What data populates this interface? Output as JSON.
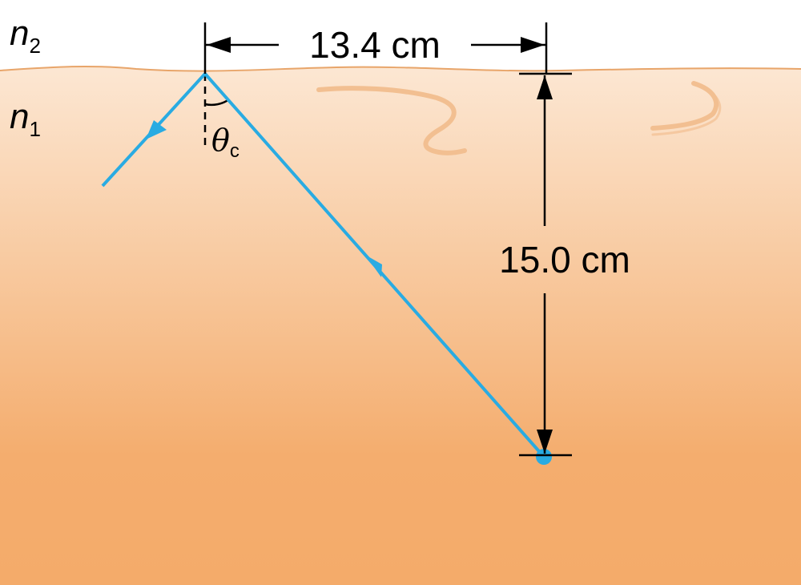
{
  "labels": {
    "n2": {
      "base": "n",
      "sub": "2"
    },
    "n1": {
      "base": "n",
      "sub": "1"
    },
    "theta": {
      "base": "θ",
      "sub": "c"
    },
    "horizontal_distance": "13.4 cm",
    "vertical_depth": "15.0 cm"
  },
  "colors": {
    "medium_top": "#fce7d3",
    "medium_bottom": "#f4ad6e",
    "surface_line": "#e8a56a",
    "ray": "#29abe2",
    "ripple": "#f2bf91",
    "dimension": "#000000"
  }
}
